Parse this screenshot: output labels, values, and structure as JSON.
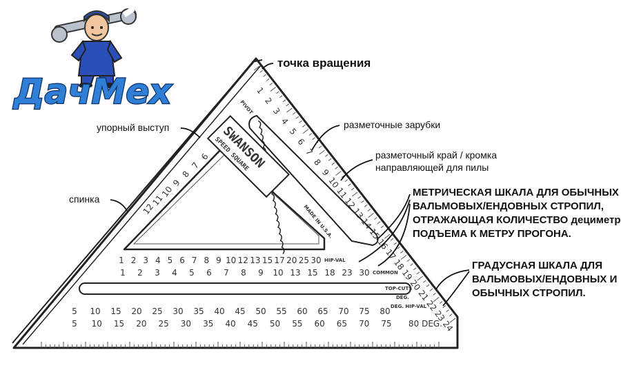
{
  "logo": {
    "text": "ДачМех",
    "colors": {
      "fill": "#2f7fd6",
      "outline": "#0a2f66",
      "overalls": "#2a4fb8",
      "skin": "#f2c7a0"
    }
  },
  "labels": {
    "pivot": "точка вращения",
    "stop": "упорный выступ",
    "back": "спинка",
    "notches": "разметочные зарубки",
    "edge_line1": "разметочный край / кромка",
    "edge_line2": "направляющей для пилы",
    "metric_line1": "МЕТРИЧЕСКАЯ ШКАЛА ДЛЯ ОБЫЧНЫХ И",
    "metric_line2": "ВАЛЬМОВЫХ/ЕНДОВНЫХ СТРОПИЛ,",
    "metric_line3": "ОТРАЖАЮЩАЯ КОЛИЧЕСТВО дециметров",
    "metric_line4": "ПОДЪЕМА К МЕТРУ ПРОГОНА.",
    "degree_line1": "ГРАДУСНАЯ ШКАЛА ДЛЯ",
    "degree_line2": "ВАЛЬМОВЫХ/ЕНДОВНЫХ И",
    "degree_line3": "ОБЫЧНЫХ СТРОПИЛ."
  },
  "tool": {
    "brand": "SWANSON",
    "subbrand": "SPEED SQUARE",
    "pivot_mark": "PIVOT",
    "made_in": "MADE IN U.S.A.",
    "hip_val_label": "HIP-VAL",
    "common_label": "COMMON",
    "top_cuts_label": "TOP-CUTS",
    "deg_label": "DEG.",
    "deg_hip_val_label": "DEG. HIP-VAL",
    "deg_end_label": "80 DEG.",
    "hip_val_scale": [
      "1",
      "2",
      "3",
      "4",
      "5",
      "6",
      "7",
      "8",
      "9",
      "10",
      "12",
      "13",
      "15",
      "17",
      "20",
      "25",
      "30"
    ],
    "common_scale": [
      "1",
      "2",
      "3",
      "4",
      "5",
      "6",
      "7",
      "8",
      "9",
      "10",
      "13",
      "15",
      "18",
      "23",
      "30"
    ],
    "degree_scale_upper": [
      "5",
      "10",
      "15",
      "20",
      "25",
      "30",
      "35",
      "40",
      "45",
      "50",
      "55",
      "60",
      "65",
      "70",
      "75",
      "80"
    ],
    "degree_scale_lower": [
      "5",
      "10",
      "15",
      "20",
      "25",
      "30",
      "35",
      "40",
      "45",
      "50",
      "55",
      "60",
      "65",
      "70",
      "75"
    ],
    "left_inner_scale": [
      "12",
      "11",
      "10",
      "9",
      "8",
      "7",
      "6"
    ],
    "right_edge_scale": [
      "1",
      "2",
      "3",
      "4",
      "5",
      "6",
      "7",
      "8",
      "9",
      "10",
      "11",
      "12",
      "13",
      "14",
      "15",
      "16",
      "17",
      "18",
      "19",
      "20",
      "21",
      "22",
      "23",
      "24"
    ]
  }
}
